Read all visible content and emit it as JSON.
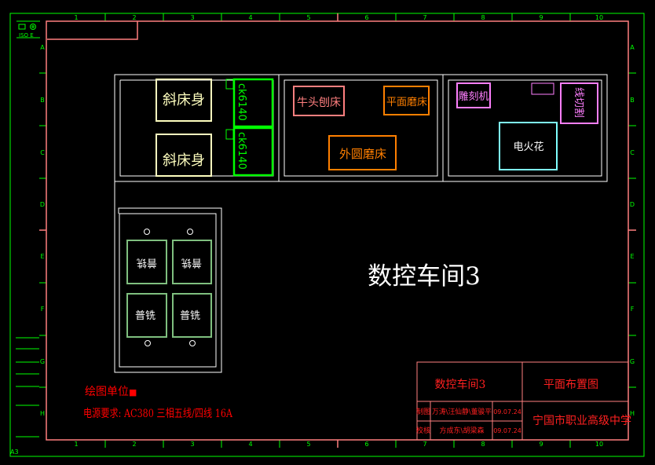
{
  "sheet": {
    "size_label": "A3",
    "iso_label": "ISO E",
    "col_numbers": [
      "1",
      "2",
      "3",
      "4",
      "5",
      "6",
      "7",
      "8",
      "9",
      "10"
    ],
    "row_letters": [
      "A",
      "B",
      "C",
      "D",
      "E",
      "F",
      "G",
      "H"
    ]
  },
  "room1": {
    "lathe_bed_1": "斜床身",
    "lathe_bed_2": "斜床身",
    "ck6140_1": "ck6140",
    "ck6140_2": "ck6140"
  },
  "room2": {
    "shaper": "牛头刨床",
    "surface_grinder": "平面磨床",
    "cylindrical_grinder": "外圆磨床"
  },
  "room3": {
    "engraver": "雕刻机",
    "wire_cut": "线切割",
    "edm": "电火花"
  },
  "room4": {
    "universal_mill_1": "普铣",
    "universal_mill_2": "普铣",
    "universal_mill_3": "普铣",
    "universal_mill_4": "普铣"
  },
  "workshop_title": "数控车间3",
  "notes": {
    "unit_label": "绘图单位:",
    "unit_value": "■",
    "power_req": "电源要求: AC380 三相五线/四线 16A"
  },
  "title_block": {
    "drawing_name": "数控车间3",
    "sheet_type": "平面布置图",
    "drawn_label": "制图",
    "drawn_by": "万涛\\汪仙静\\董骏平",
    "drawn_date": "09.07.24",
    "checked_label": "校核",
    "checked_by": "方成东\\胡梁森",
    "checked_date": "09.07.24",
    "school": "宁国市职业高级中学"
  },
  "colors": {
    "frame": "#ff7f7f",
    "grid": "#00ff00",
    "layout": "#ffffff",
    "cream": "#ffffbf",
    "green": "#00ff00",
    "pink": "#ff7f7f",
    "orange": "#ff7f00",
    "magenta": "#ff7fff",
    "cyan": "#7fffff",
    "mill_green": "#7fbf7f",
    "red_note": "#ff0000",
    "title_red": "#ff2020"
  }
}
